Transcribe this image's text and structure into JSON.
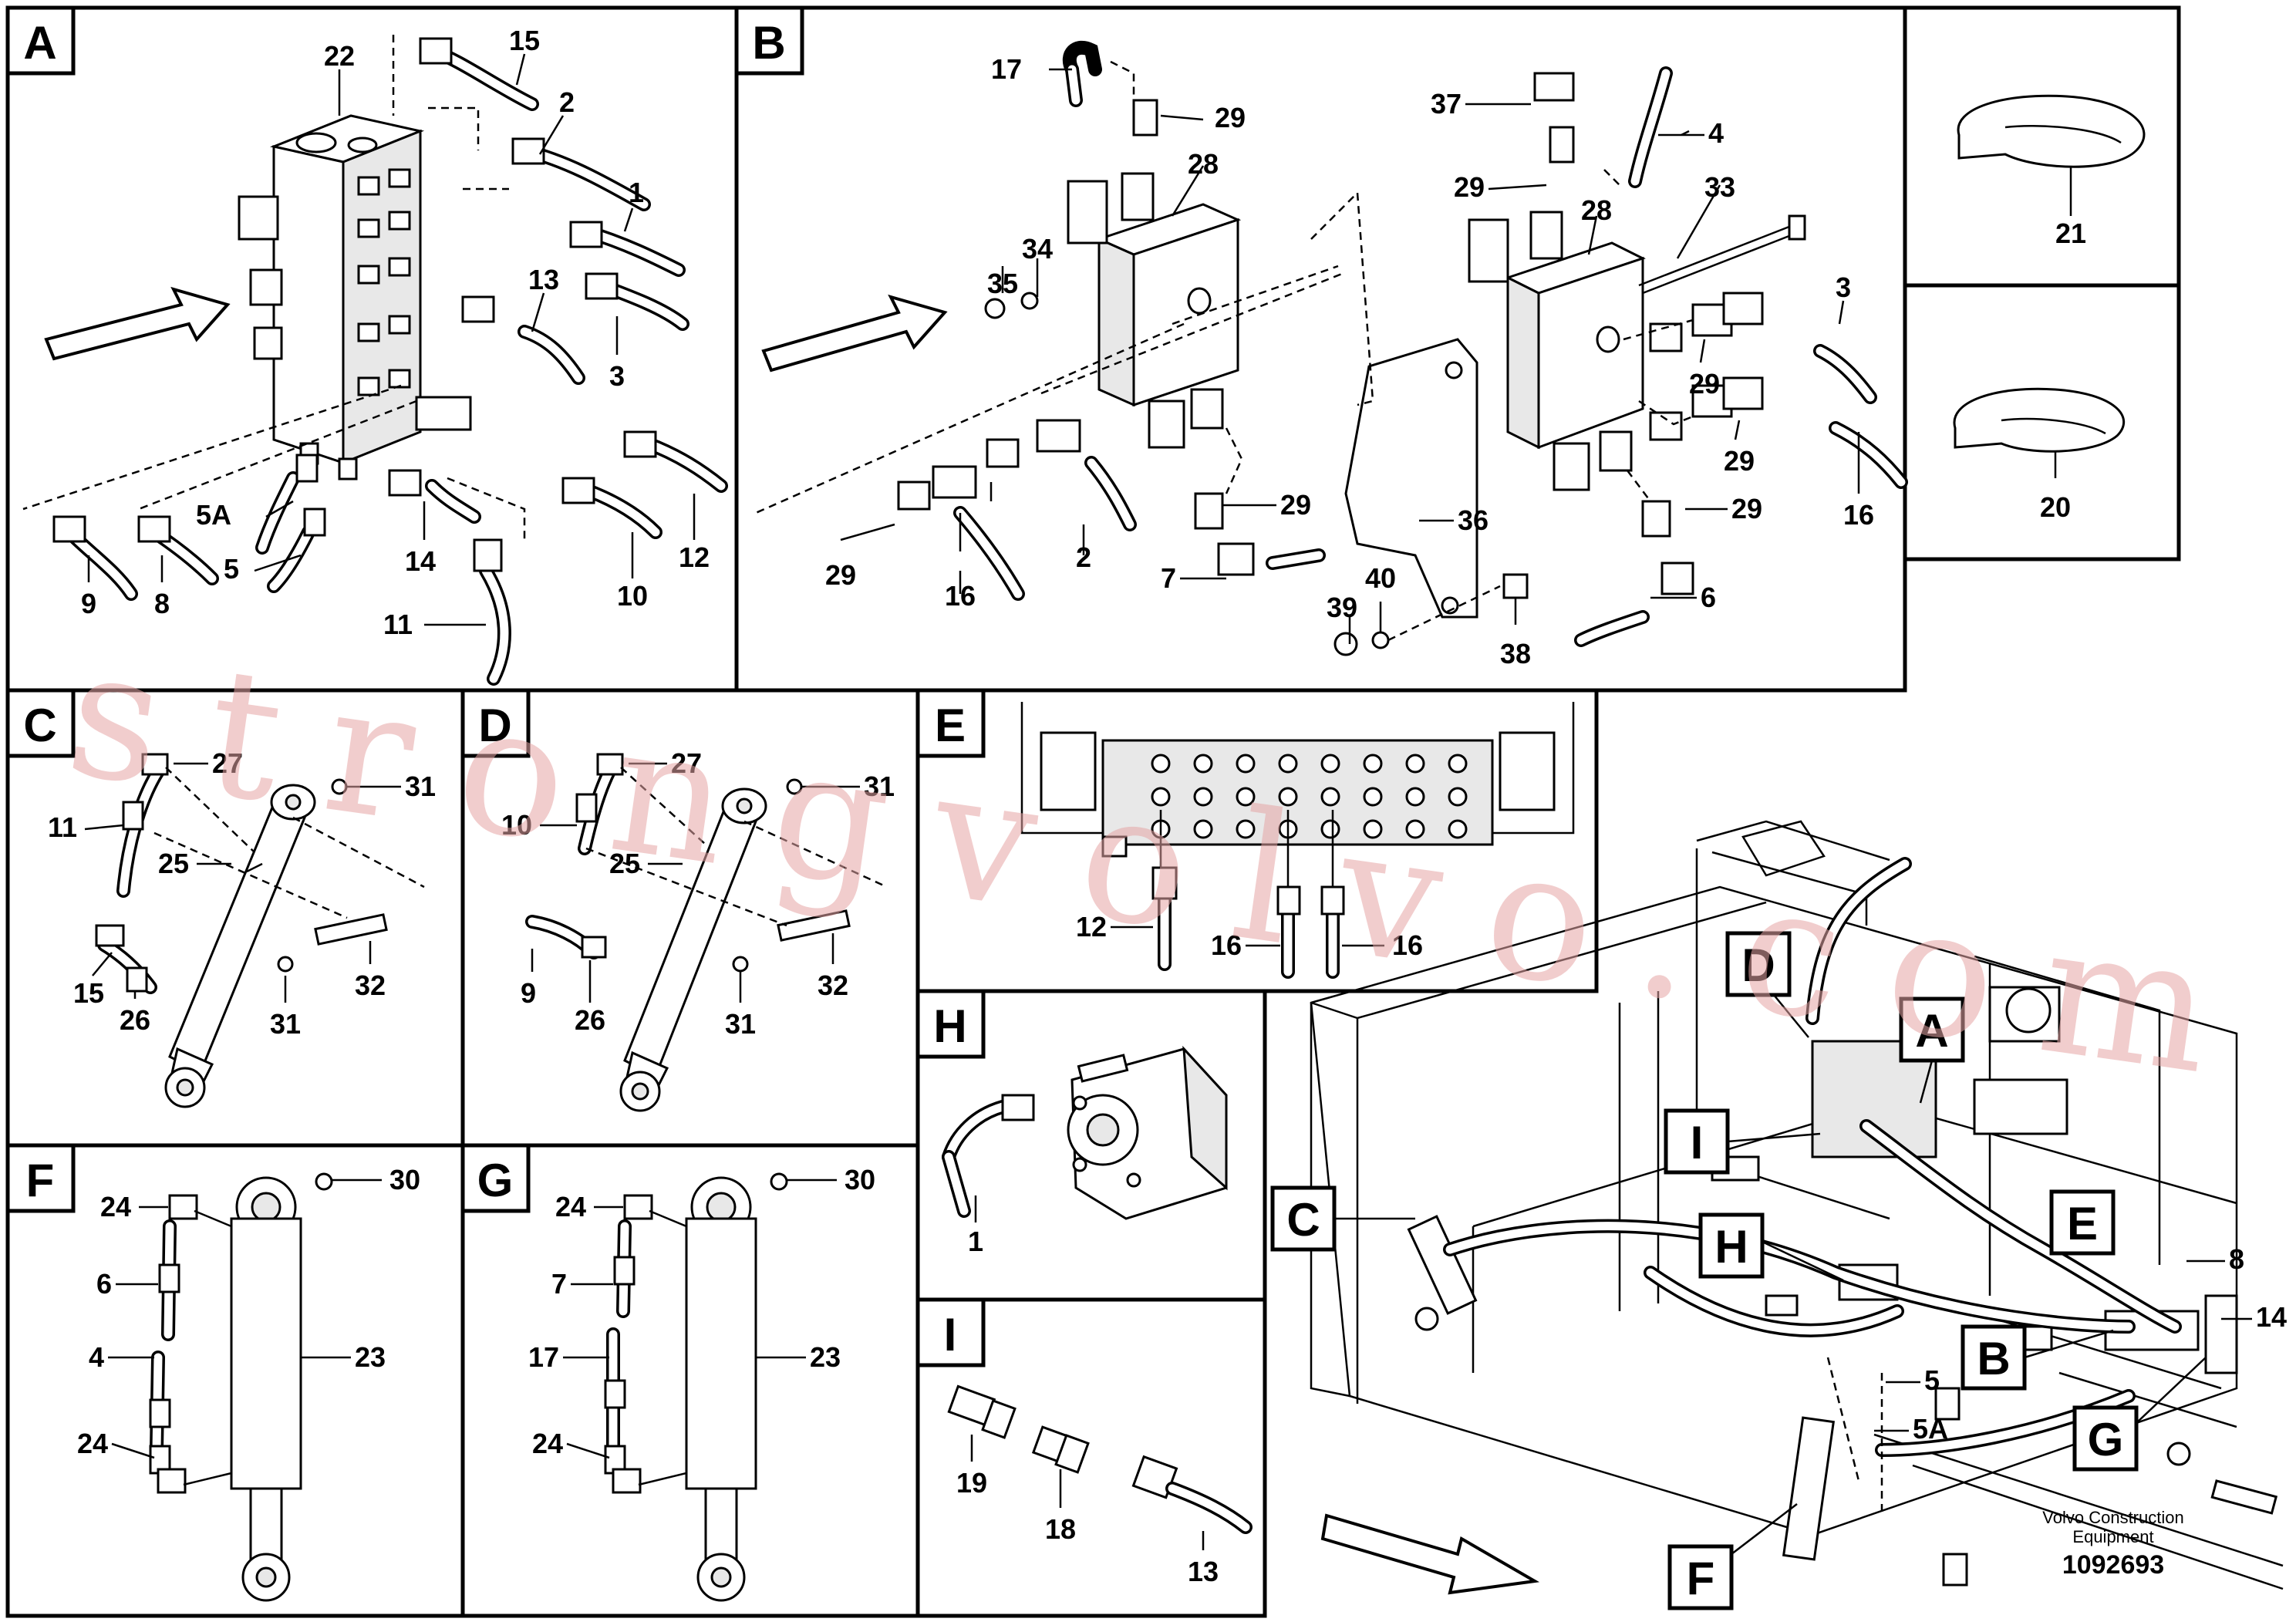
{
  "panels": [
    "A",
    "B",
    "C",
    "D",
    "E",
    "F",
    "G",
    "H",
    "I"
  ],
  "callouts": {
    "A": [
      "22",
      "15",
      "2",
      "1",
      "13",
      "3",
      "12",
      "10",
      "11",
      "14",
      "5A",
      "5",
      "9",
      "8"
    ],
    "B": [
      "17",
      "29",
      "28",
      "34",
      "35",
      "37",
      "29",
      "28",
      "33",
      "4",
      "3",
      "29",
      "29",
      "16",
      "29",
      "29",
      "2",
      "16",
      "29",
      "7",
      "36",
      "40",
      "39",
      "38",
      "6"
    ],
    "C": [
      "27",
      "31",
      "11",
      "25",
      "32",
      "15",
      "26",
      "31"
    ],
    "D": [
      "27",
      "31",
      "10",
      "25",
      "32",
      "9",
      "26",
      "31"
    ],
    "E": [
      "12",
      "16",
      "16"
    ],
    "F": [
      "24",
      "30",
      "6",
      "4",
      "23",
      "24"
    ],
    "G": [
      "24",
      "30",
      "7",
      "17",
      "23",
      "24"
    ],
    "H": [
      "1"
    ],
    "I": [
      "19",
      "18",
      "13"
    ],
    "clips": [
      "21",
      "20"
    ],
    "overview": [
      "D",
      "A",
      "I",
      "C",
      "H",
      "E",
      "8",
      "14",
      "B",
      "5",
      "5A",
      "G",
      "F"
    ]
  },
  "footer": {
    "brand_line1": "Volvo Construction",
    "brand_line2": "Equipment",
    "doc_number": "1092693"
  },
  "watermark": "strongvolvo.com"
}
